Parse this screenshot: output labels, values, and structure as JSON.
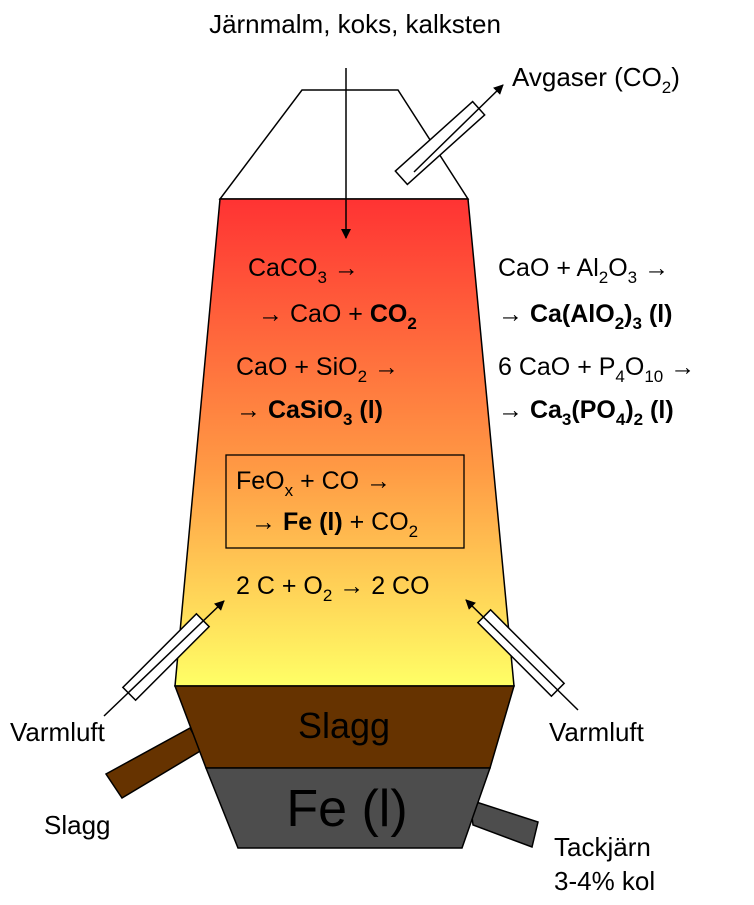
{
  "inputs_label": "Järnmalm, koks, kalksten",
  "exhaust": {
    "prefix": "Avgaser (CO",
    "sub": "2",
    "suffix": ")"
  },
  "reactions": {
    "r1_line1": {
      "a": "CaCO",
      "a_sub": "3",
      "arrow": " →"
    },
    "r1_line2": {
      "arrow": "→ ",
      "a": "CaO + ",
      "b": "CO",
      "b_sub": "2"
    },
    "r2_line1": {
      "a": "CaO + SiO",
      "a_sub": "2",
      "arrow": " →"
    },
    "r2_line2": {
      "arrow": "→ ",
      "b": "CaSiO",
      "b_sub": "3",
      "c": " (l)"
    },
    "r3_line1": {
      "a": "FeO",
      "a_sub": "x",
      "b": " + CO →"
    },
    "r3_line2": {
      "arrow": "→ ",
      "b": "Fe (l)",
      "c": " + CO",
      "c_sub": "2"
    },
    "r4": {
      "a": "2 C + O",
      "a_sub": "2",
      "b": " → 2 CO"
    },
    "r5_line1": {
      "a": "CaO + Al",
      "a_sub": "2",
      "b": "O",
      "b_sub": "3",
      "arrow": " →"
    },
    "r5_line2": {
      "arrow": "→ ",
      "b": "Ca(AlO",
      "b_sub": "2",
      "c": ")",
      "c_sub": "3",
      "d": " (l)"
    },
    "r6_line1": {
      "a": "6 CaO + P",
      "a_sub": "4",
      "b": "O",
      "b_sub": "10",
      "arrow": " →"
    },
    "r6_line2": {
      "arrow": "→ ",
      "b": "Ca",
      "b_sub": "3",
      "c": "(PO",
      "c_sub": "4",
      "d": ")",
      "d_sub": "2",
      "e": " (l)"
    }
  },
  "slag_layer_label": "Slagg",
  "iron_layer_label": "Fe (l)",
  "hot_air_left": "Varmluft",
  "hot_air_right": "Varmluft",
  "slag_outlet_label": "Slagg",
  "pig_iron": {
    "line1": "Tackjärn",
    "line2": "3-4% kol"
  },
  "colors": {
    "gradient_top": "#ff3333",
    "gradient_mid": "#ff9944",
    "gradient_bottom": "#ffff66",
    "slag": "#663300",
    "iron": "#4d4d4d"
  }
}
